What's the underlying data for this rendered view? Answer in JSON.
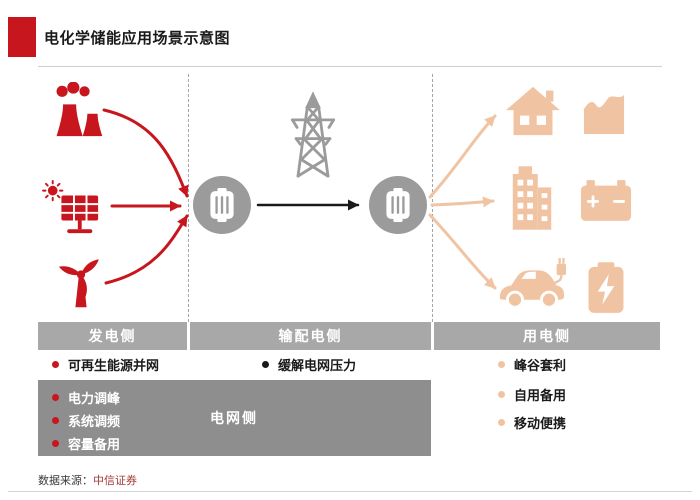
{
  "title": "电化学储能应用场景示意图",
  "bands": {
    "generation": "发电侧",
    "transmission": "输配电侧",
    "consumption": "用电侧",
    "grid": "电网侧"
  },
  "bullets": {
    "generation": [
      "可再生能源并网"
    ],
    "transmission": [
      "缓解电网压力"
    ],
    "grid": [
      "电力调峰",
      "系统调频",
      "容量备用"
    ],
    "consumption": [
      "峰谷套利",
      "自用备用",
      "移动便携"
    ]
  },
  "footer": {
    "label": "数据来源：",
    "name": "中信证券"
  },
  "icons": {
    "generation": [
      "power-plant-icon",
      "solar-panel-icon",
      "wind-turbine-icon"
    ],
    "storage": [
      "battery-storage-node-left",
      "battery-storage-node-right"
    ],
    "transmission": [
      "transmission-tower-icon"
    ],
    "consumption": [
      "house-icon",
      "area-chart-icon",
      "office-building-icon",
      "battery-icon",
      "electric-car-icon",
      "charging-battery-icon"
    ]
  },
  "colors": {
    "brand_red": "#c7161d",
    "icon_gray": "#9b9b9b",
    "peach": "#f0c4a2",
    "band_gray": "#a8a8a8",
    "panel_gray": "#8e8e8e",
    "text_black": "#1a1a1a"
  }
}
